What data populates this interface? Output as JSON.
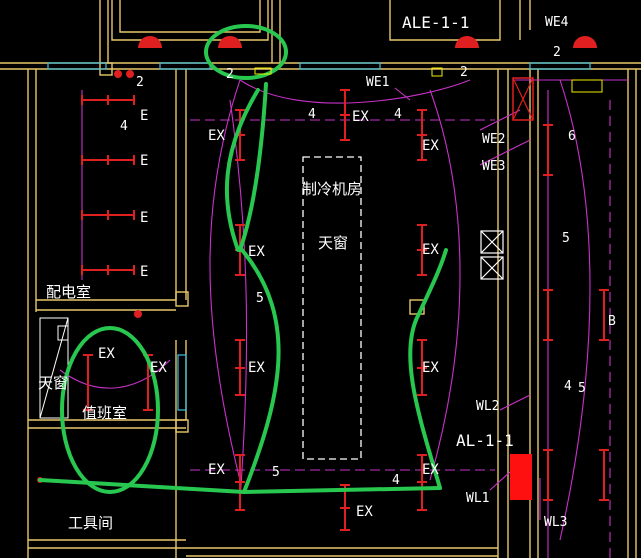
{
  "colors": {
    "wall": "#e8c86a",
    "wire": "#c832c8",
    "fixture": "#e02020",
    "annotation": "#28c850",
    "text": "#ffffff",
    "yellow": "#f0f000",
    "cyan": "#40c0e0",
    "panel": "#ff1010"
  },
  "rooms": {
    "distribution_room": "配电室",
    "duty_room": "值班室",
    "tool_room": "工具间",
    "chiller_room": "制冷机房",
    "skylight_center": "天窗",
    "skylight_left": "天窗"
  },
  "panels": {
    "ale": "ALE-1-1",
    "al": "AL-1-1"
  },
  "circuits": {
    "we1": "WE1",
    "we2": "WE2",
    "we3": "WE3",
    "we4": "WE4",
    "wl1": "WL1",
    "wl2": "WL2",
    "wl3": "WL3"
  },
  "labels": {
    "ex": "EX",
    "e": "E",
    "two": "2",
    "four": "4",
    "five": "5",
    "six": "6",
    "partial_b": "B"
  }
}
